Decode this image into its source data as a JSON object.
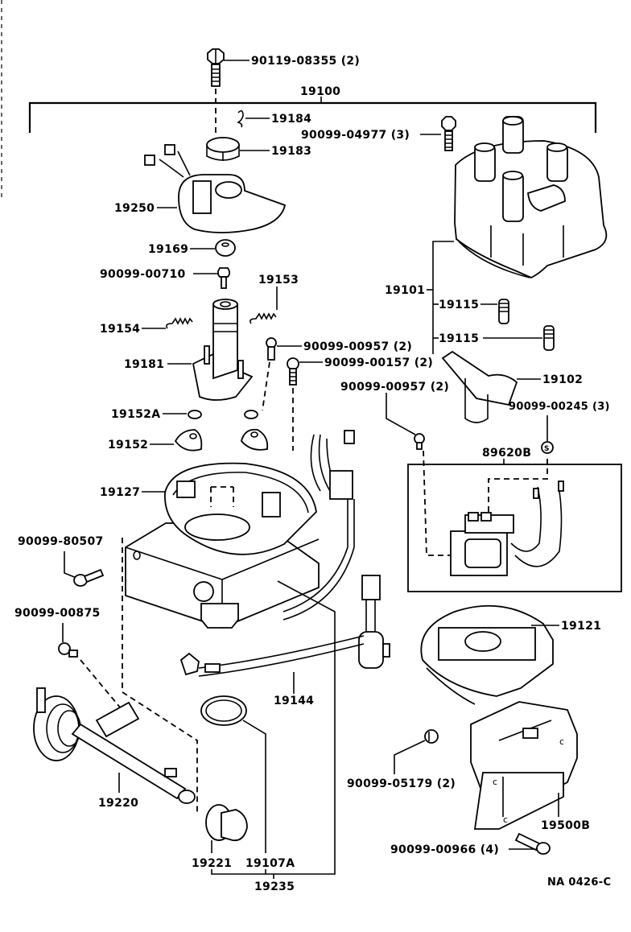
{
  "diagram": {
    "title": "Distributor assembly exploded parts diagram",
    "code": "NA 0426-C",
    "assembly_label": "19100",
    "labels": {
      "bolt_top": "90119-08355 (2)",
      "assembly": "19100",
      "p19184": "19184",
      "p19183": "19183",
      "bolt_cap": "90099-04977 (3)",
      "p19250": "19250",
      "p19169": "19169",
      "screw_00710": "90099-00710",
      "p19153": "19153",
      "p19154": "19154",
      "p19181": "19181",
      "screw_00957a": "90099-00957 (2)",
      "screw_00157": "90099-00157 (2)",
      "p19152A": "19152A",
      "p19152": "19152",
      "p19127": "19127",
      "p19101": "19101",
      "p19115a": "19115",
      "p19115b": "19115",
      "p19102": "19102",
      "screw_00957b": "90099-00957 (2)",
      "screw_00245": "90099-00245 (3)",
      "p89620B": "89620B",
      "bolt_80507": "90099-80507",
      "bolt_00875": "90099-00875",
      "p19121": "19121",
      "p19144": "19144",
      "clip_05179": "90099-05179 (2)",
      "p19500B": "19500B",
      "screw_00966": "90099-00966 (4)",
      "p19220": "19220",
      "p19221": "19221",
      "p19107A": "19107A",
      "p19235": "19235",
      "code": "NA 0426-C"
    }
  }
}
